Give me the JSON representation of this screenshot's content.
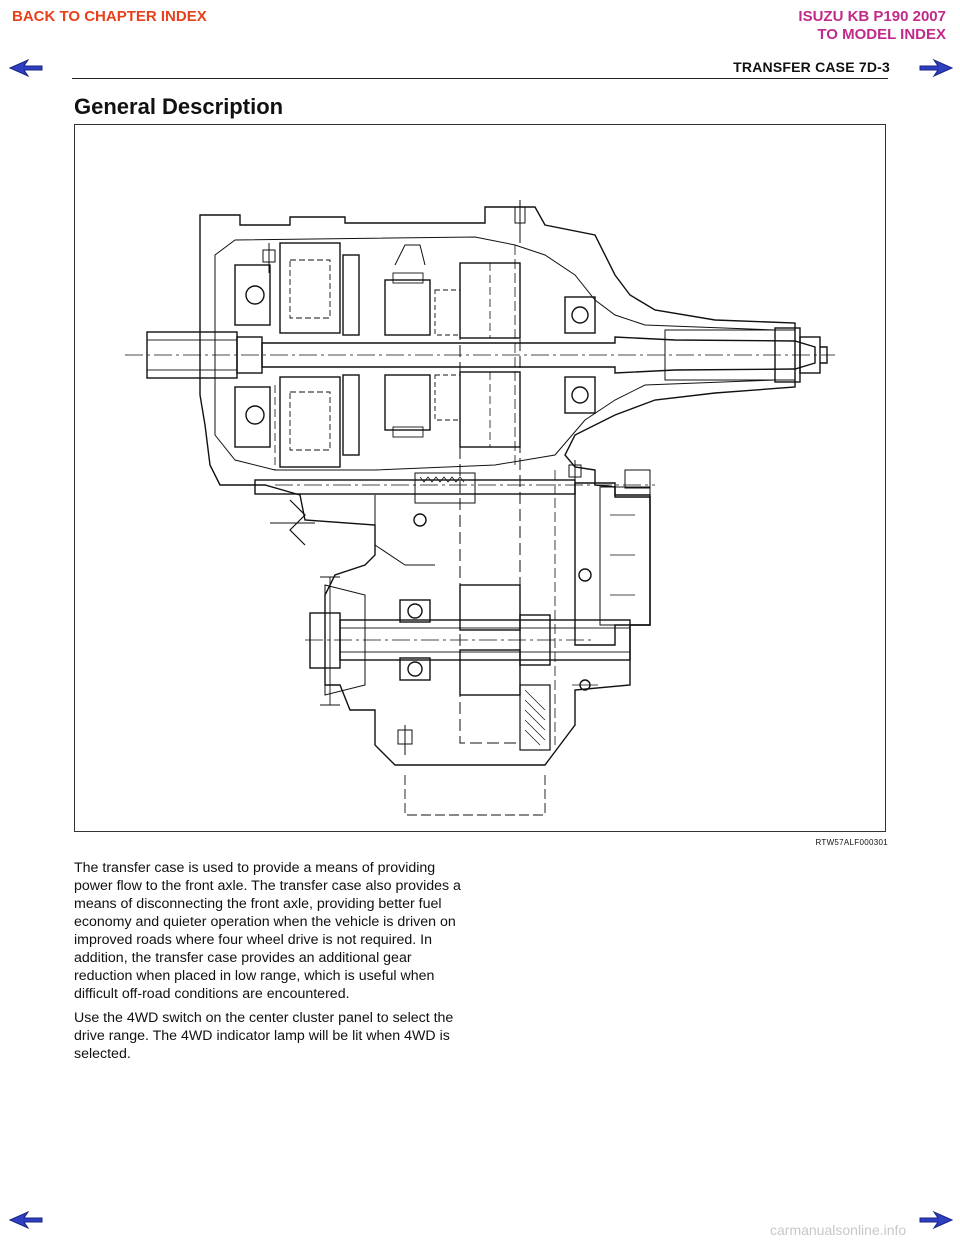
{
  "nav": {
    "back_to_chapter": "BACK TO CHAPTER INDEX",
    "model_name": "ISUZU KB P190 2007",
    "to_model_index": "TO MODEL INDEX"
  },
  "header": {
    "section": "TRANSFER CASE  7D-3"
  },
  "content": {
    "heading": "General Description",
    "figure_id": "RTW57ALF000301",
    "paragraphs": [
      "The transfer case is used to provide a means of providing power flow to the front axle. The transfer case also provides a means of disconnecting the front axle, providing better fuel economy and quieter operation when the vehicle is driven on improved roads where four wheel drive is not required. In addition, the transfer case provides an additional gear reduction when placed in low range, which is useful when difficult off-road conditions are encountered.",
      "Use the 4WD switch on the center cluster panel to select the drive range. The 4WD indicator lamp will be lit when 4WD is selected."
    ]
  },
  "footer": {
    "watermark": "carmanualsonline.info"
  },
  "colors": {
    "back_link": "#e8401c",
    "model_link": "#c02a8a",
    "arrow_fill": "#2f3fc4"
  }
}
